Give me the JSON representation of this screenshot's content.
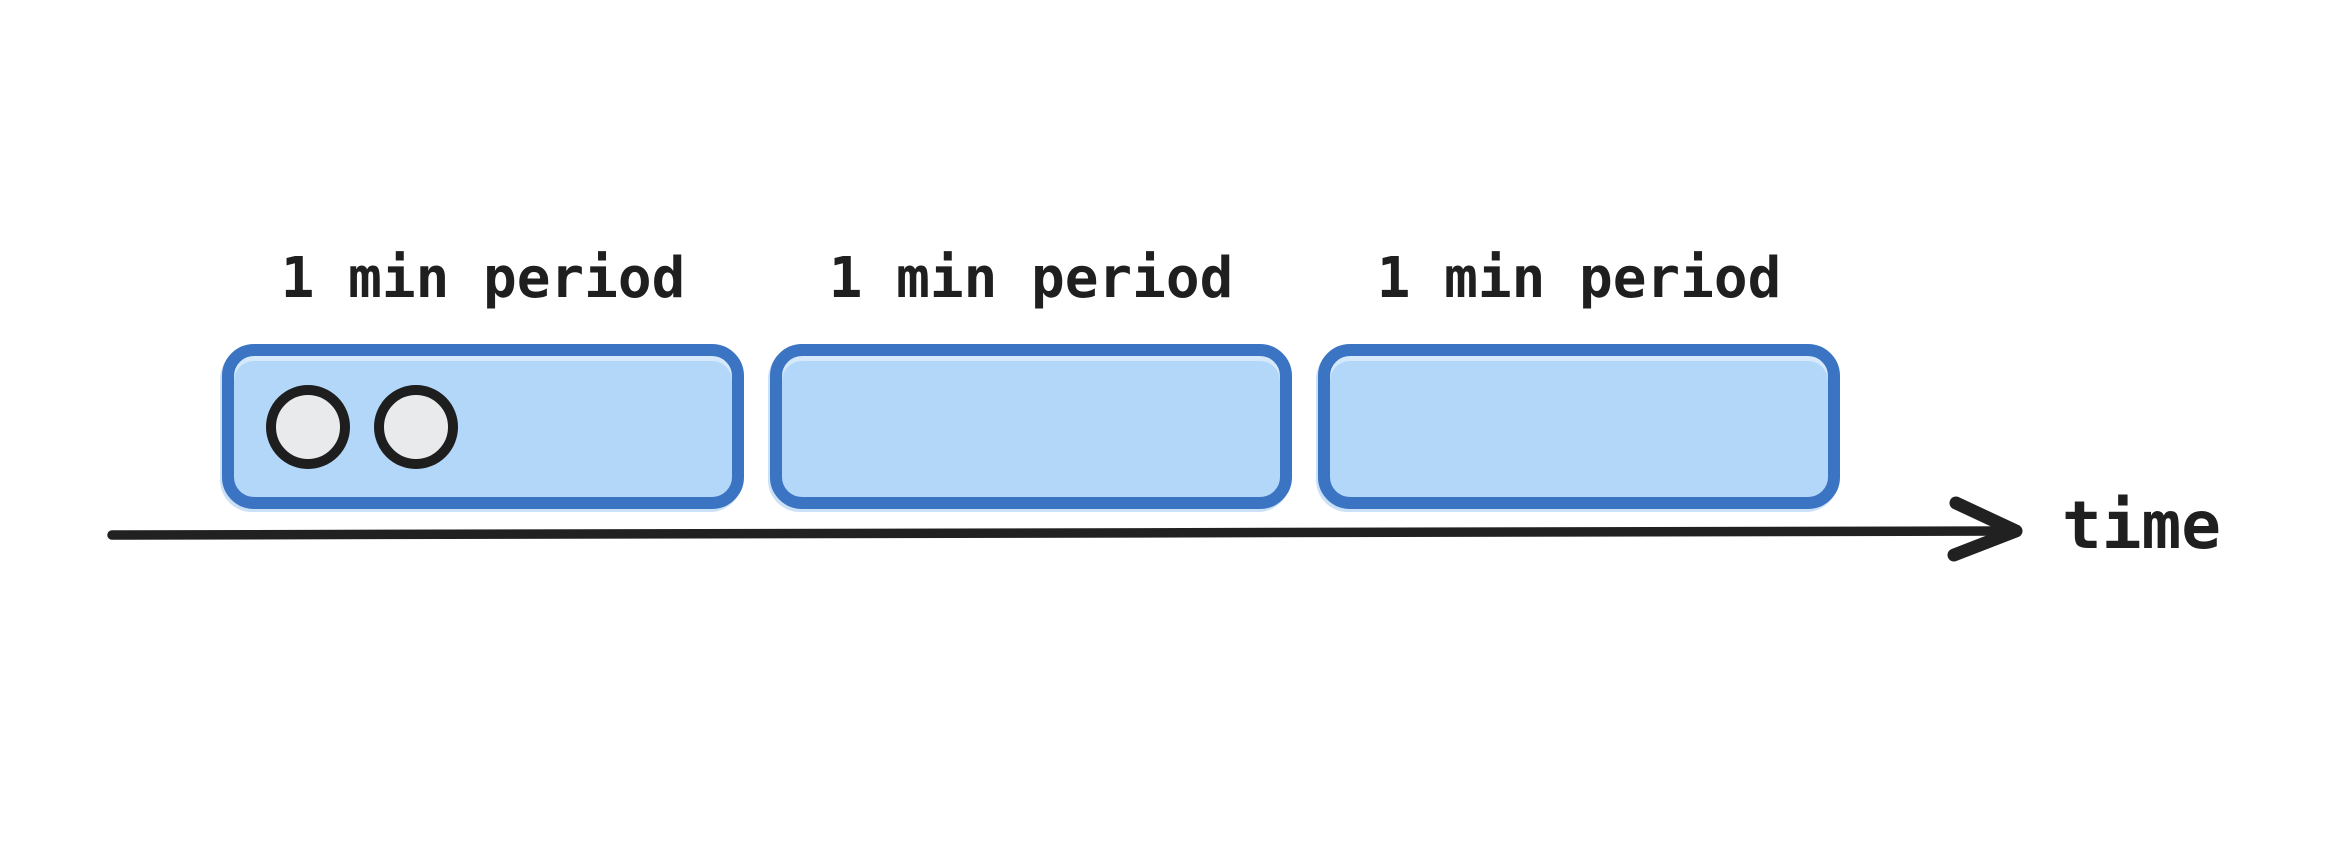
{
  "diagram": {
    "periods": [
      {
        "label": "1 min period",
        "events": 2
      },
      {
        "label": "1 min period",
        "events": 0
      },
      {
        "label": "1 min period",
        "events": 0
      }
    ],
    "axis_label": "time",
    "colors": {
      "background": "#FFFFFF",
      "box_fill": "#B3D7F8",
      "box_border": "#3B74C2",
      "event_fill": "#E8EAEC",
      "event_border": "#1E1E1E",
      "axis_color": "#212121",
      "text_color": "#1F1F1F"
    }
  }
}
